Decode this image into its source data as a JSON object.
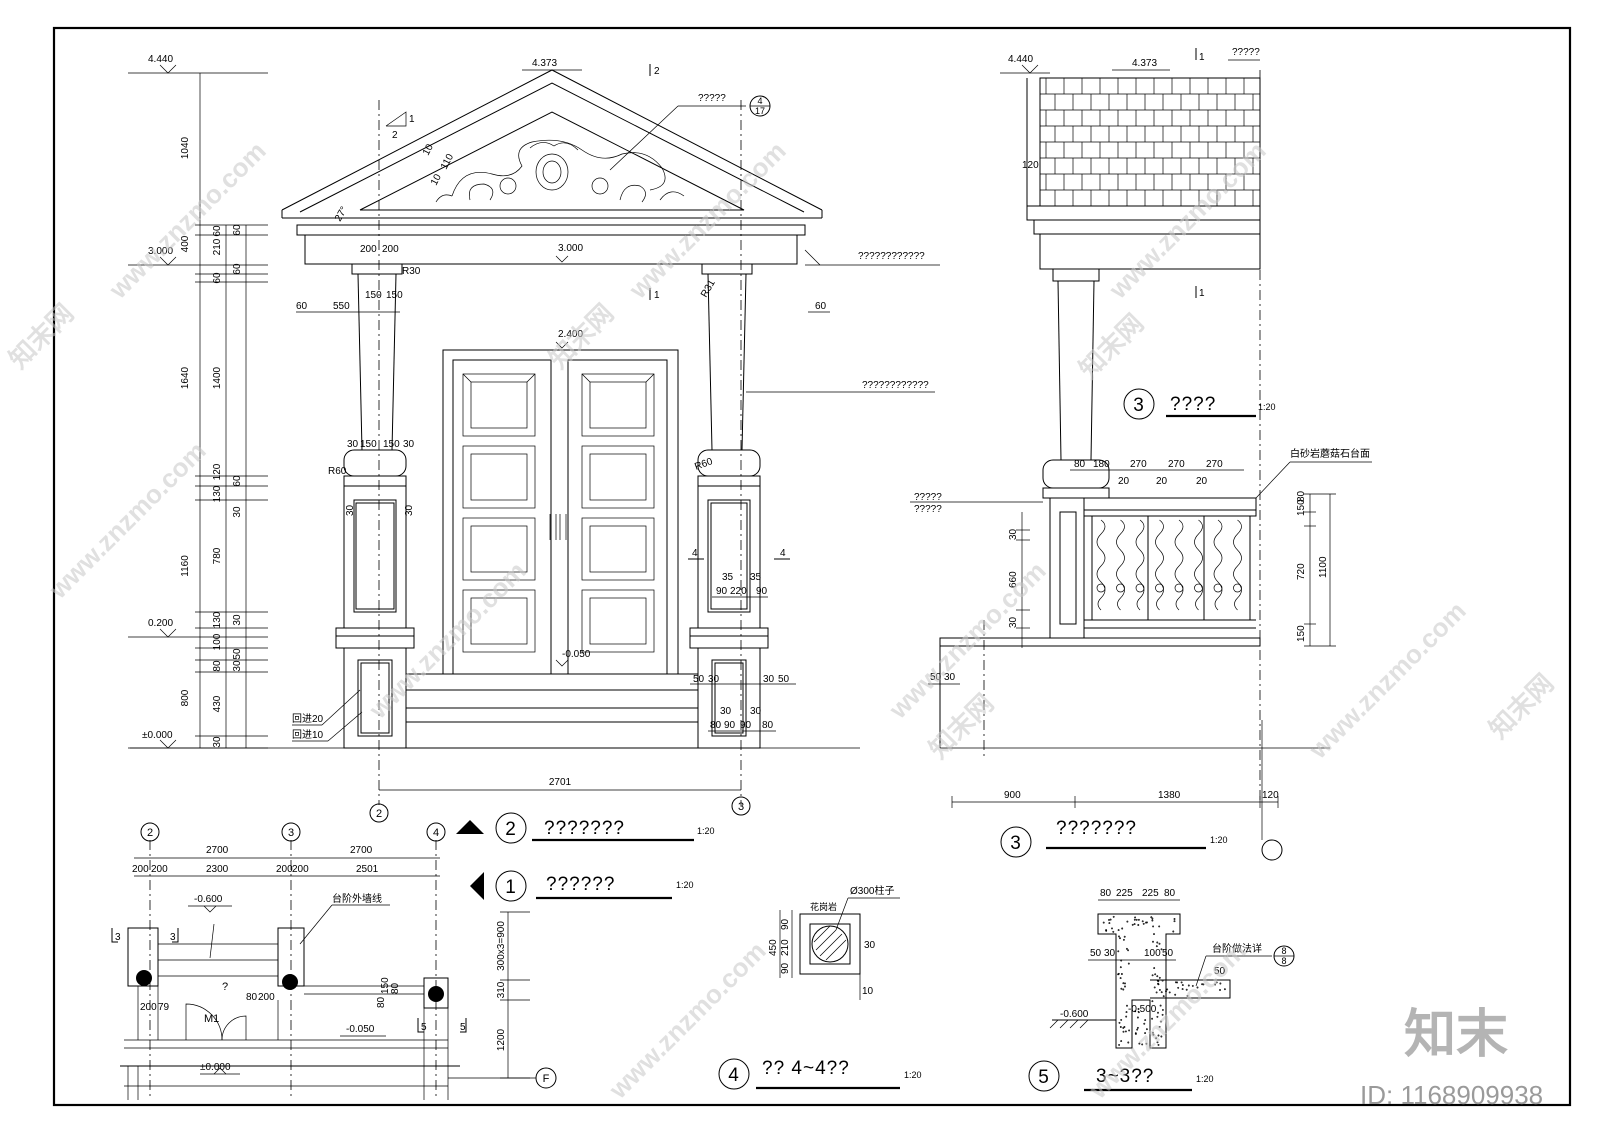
{
  "elevation2": {
    "levels": {
      "top": "4.440",
      "ridge": "4.373",
      "beam": "3.000",
      "beam2": "3.000",
      "door": "2.400",
      "step": "0.200",
      "floor": "±0.000",
      "sill": "-0.050"
    },
    "axis_marks": {
      "cut_top": "2",
      "cut_mid": "1",
      "sec_a": "4",
      "sec_b": "4"
    },
    "leader_labels": {
      "pediment": "?????",
      "cornice": "????????????",
      "column": "????????????"
    },
    "ref_bubble": {
      "num": "4",
      "sheet": "17"
    },
    "vdims_outer": [
      "1040",
      "400",
      "1640",
      "1160",
      "800"
    ],
    "vdims_inner": [
      "210",
      "60",
      "60",
      "1400",
      "120",
      "130",
      "780",
      "130",
      "100",
      "80",
      "430",
      "30"
    ],
    "vdims_third": [
      "60",
      "60",
      "60",
      "30",
      "30",
      "50",
      "30"
    ],
    "hdims": {
      "w200a": "200",
      "w200b": "200",
      "d550": "550",
      "d150a": "150",
      "d150b": "150",
      "d60a": "60",
      "d60b": "60",
      "d30a": "30",
      "d150c": "150",
      "d150d": "150",
      "d30b": "30",
      "r30": "R30",
      "r31": "R31",
      "r60a": "R60",
      "r60b": "R60",
      "d27": "27°",
      "p30a": "30",
      "p30b": "30",
      "d35a": "35",
      "d35b": "35",
      "d90a": "90",
      "d220": "220",
      "d90b": "90",
      "d50a": "50",
      "d30c": "30",
      "d30d": "30",
      "d50b": "50",
      "d30e": "30",
      "d30f": "30",
      "d80a": "80",
      "d90c": "90",
      "d90d": "90",
      "d80b": "80",
      "slope1": "1",
      "slope2": "2",
      "e10a": "10",
      "e10b": "10",
      "e110": "110"
    },
    "recess": [
      "回进20",
      "回进10"
    ],
    "total_width": "2701",
    "axes": [
      "2",
      "3"
    ],
    "title": {
      "num": "2",
      "text": "???????",
      "scale": "1:20"
    }
  },
  "elevation3": {
    "levels": {
      "top": "4.440",
      "ridge": "4.373"
    },
    "labels": {
      "top_label": "?????",
      "axis1": "1",
      "axis2": "1",
      "left1": "?????",
      "left2": "?????",
      "granite": "白砂岩蘑菇石台面"
    },
    "small_title": {
      "num": "3",
      "text": "????",
      "scale": "1:20"
    },
    "dims_top": [
      "80",
      "180",
      "270",
      "270",
      "270"
    ],
    "dims_top2": [
      "20",
      "20",
      "20"
    ],
    "dims_left": [
      "120",
      "30",
      "660",
      "30",
      "50",
      "30"
    ],
    "dims_right_inner": [
      "150",
      "80",
      "720",
      "150"
    ],
    "dims_right_outer": "1100",
    "dims_bottom": [
      "900",
      "1380",
      "120"
    ],
    "title": {
      "num": "3",
      "text": "???????",
      "scale": "1:20"
    }
  },
  "plan": {
    "axes": [
      "2",
      "3",
      "4"
    ],
    "dims_top": [
      "2700",
      "2700"
    ],
    "dims_sub": [
      "200",
      "200",
      "2300",
      "200",
      "200",
      "2501"
    ],
    "levels": {
      "upper": "-0.600",
      "mid": "-0.050",
      "floor": "±0.000"
    },
    "labels": {
      "wall_line": "台阶外墙线",
      "door": "M1",
      "q": "?",
      "axis_f": "F"
    },
    "small_dims": [
      "200",
      "79",
      "80",
      "200",
      "150",
      "80",
      "80"
    ],
    "section_marks": [
      "3",
      "3",
      "5",
      "5"
    ],
    "dims_right": [
      "300x3=900",
      "310",
      "1200"
    ],
    "title": {
      "num": "1",
      "text": "??????",
      "scale": "1:20"
    }
  },
  "detail4": {
    "labels": {
      "column": "Ø300柱子",
      "tag": "花岗岩"
    },
    "dims": [
      "450",
      "90",
      "210",
      "90",
      "30",
      "10"
    ],
    "title": {
      "num": "4",
      "text": "?? 4~4??",
      "scale": "1:20"
    }
  },
  "detail5": {
    "dims_top": [
      "80",
      "225",
      "225",
      "80"
    ],
    "dims_mid": [
      "50",
      "30",
      "100",
      "50",
      "50"
    ],
    "levels": {
      "ground": "-0.600",
      "base": "-0.500"
    },
    "labels": {
      "ref": "台阶做法详"
    },
    "ref_bubble": {
      "num": "8",
      "sheet": "8"
    },
    "title": {
      "num": "5",
      "text": "3~3??",
      "scale": "1:20"
    }
  },
  "watermark": {
    "site": "www.znzmo.com",
    "brand": "知末网",
    "logo": "知末",
    "id": "ID: 1168909938"
  }
}
